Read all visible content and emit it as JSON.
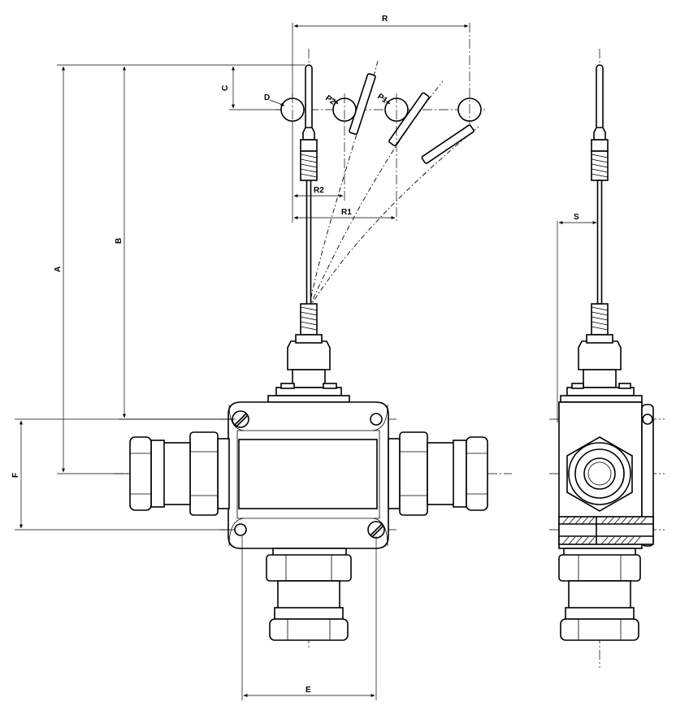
{
  "drawing": {
    "dimension_labels": {
      "R": "R",
      "A": "A",
      "B": "B",
      "C": "C",
      "D": "D",
      "P2": "P2",
      "P1": "P1",
      "R2": "R2",
      "R1": "R1",
      "E": "E",
      "F": "F",
      "S": "S"
    }
  }
}
